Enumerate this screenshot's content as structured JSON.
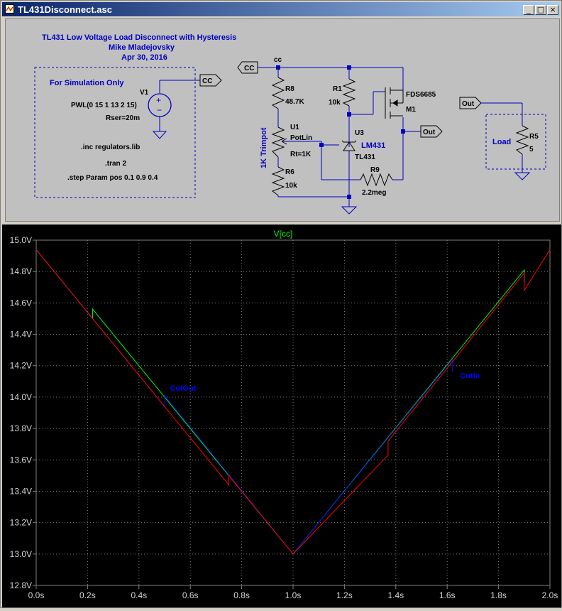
{
  "window": {
    "title": "TL431Disconnect.asc",
    "buttons": {
      "minimize": "_",
      "maximize": "□",
      "close": "×"
    }
  },
  "schematic": {
    "heading": {
      "line1": "TL431 Low Voltage Load Disconnect with Hysteresis",
      "line2": "Mike Mladejovsky",
      "line3": "Apr 30, 2016"
    },
    "sim_box": {
      "label": "For Simulation Only",
      "v1_name": "V1",
      "v1_value": "PWL(0 15 1 13 2 15)",
      "v1_rser": "Rser=20m",
      "directive_inc": ".inc regulators.lib",
      "directive_tran": ".tran 2",
      "directive_step": ".step Param pos 0.1 0.9 0.4"
    },
    "labels": {
      "cc_flag_box": "CC",
      "cc_flag_main": "CC",
      "cc_net": "cc",
      "out_flag_right": "Out",
      "out_flag_load": "Out",
      "trimpot_label": "1K Trimpot",
      "load_label": "Load"
    },
    "components": {
      "r8_name": "R8",
      "r8_value": "48.7K",
      "r1_name": "R1",
      "r1_value": "10k",
      "u1_name": "U1",
      "u1_model": "PotLin",
      "u1_value": "Rt=1K",
      "r6_name": "R6",
      "r6_value": "10k",
      "u3_name": "U3",
      "u3_model": "LM431",
      "u3_value": "TL431",
      "r9_name": "R9",
      "r9_value": "2.2meg",
      "m1_model": "FDS6685",
      "m1_name": "M1",
      "r5_name": "R5",
      "r5_value": "5"
    }
  },
  "colors": {
    "schematic_blue": "#0000c0",
    "plot_bg": "#000000",
    "grid": "#808080",
    "trace_green": "#00ff00",
    "trace_blue": "#0000ff",
    "trace_red": "#ff0000",
    "annotation_blue": "#0000ff"
  },
  "chart_data": {
    "type": "line",
    "title": "V[cc]",
    "xlabel": "",
    "ylabel": "",
    "xlim": [
      0,
      2
    ],
    "ylim": [
      12.8,
      15.0
    ],
    "x_ticks": [
      0.0,
      0.2,
      0.4,
      0.6,
      0.8,
      1.0,
      1.2,
      1.4,
      1.6,
      1.8,
      2.0
    ],
    "x_tick_labels": [
      "0.0s",
      "0.2s",
      "0.4s",
      "0.6s",
      "0.8s",
      "1.0s",
      "1.2s",
      "1.4s",
      "1.6s",
      "1.8s",
      "2.0s"
    ],
    "y_ticks": [
      12.8,
      13.0,
      13.2,
      13.4,
      13.6,
      13.8,
      14.0,
      14.2,
      14.4,
      14.6,
      14.8,
      15.0
    ],
    "y_tick_labels": [
      "12.8V",
      "13.0V",
      "13.2V",
      "13.4V",
      "13.6V",
      "13.8V",
      "14.0V",
      "14.2V",
      "14.4V",
      "14.6V",
      "14.8V",
      "15.0V"
    ],
    "grid": true,
    "annotations": [
      {
        "text": "CutOut",
        "x": 0.52,
        "y": 14.04
      },
      {
        "text": "CutIn",
        "x": 1.65,
        "y": 14.12
      }
    ],
    "series": [
      {
        "color": "#00ff00",
        "x": [
          0.0,
          0.22,
          0.22,
          1.0,
          1.9,
          1.9
        ],
        "y": [
          14.94,
          14.5,
          14.56,
          13.0,
          14.81,
          14.73
        ]
      },
      {
        "color": "#0000ff",
        "x": [
          0.0,
          0.5,
          0.5,
          1.0,
          1.62,
          1.62
        ],
        "y": [
          14.94,
          13.94,
          14.01,
          13.0,
          14.24,
          14.16
        ]
      },
      {
        "color": "#ff0000",
        "x": [
          0.0,
          0.75,
          0.75,
          1.0,
          1.37,
          1.37,
          1.9,
          1.9,
          2.0
        ],
        "y": [
          14.94,
          13.44,
          13.5,
          13.0,
          13.63,
          13.72,
          14.79,
          14.68,
          14.94
        ]
      }
    ]
  }
}
